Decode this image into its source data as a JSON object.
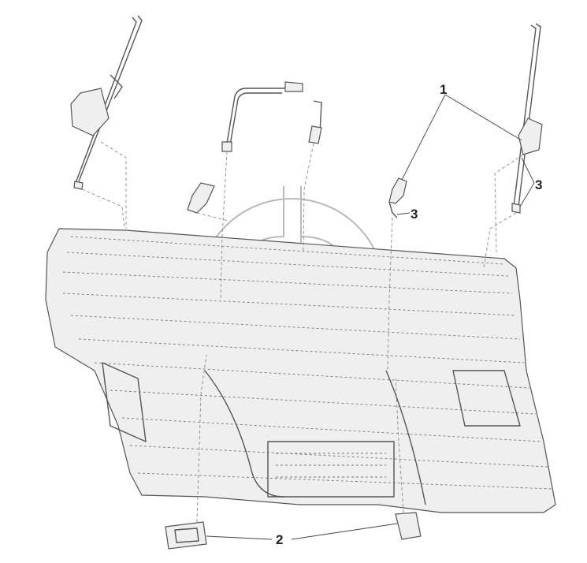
{
  "callouts": {
    "label_1": "1",
    "label_2": "2",
    "label_3_left": "3",
    "label_3_right": "3"
  }
}
